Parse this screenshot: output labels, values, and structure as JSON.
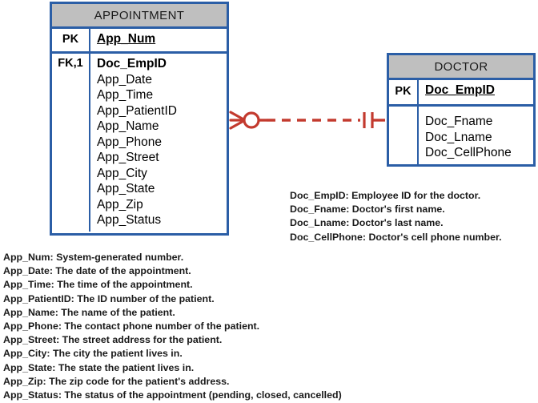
{
  "diagram": {
    "type": "crows-foot-er-diagram",
    "colors": {
      "entity_border": "#2B5EA6",
      "entity_header_fill": "#BFBFBF",
      "relationship_line": "#C33A2E",
      "text": "#1a1a1a"
    }
  },
  "entities": [
    {
      "id": "appointment",
      "title": "APPOINTMENT",
      "primary_key": {
        "key_label": "PK",
        "attribute": "App_Num"
      },
      "body": {
        "key_label": "FK,1",
        "attributes": [
          "Doc_EmpID",
          "App_Date",
          "App_Time",
          "App_PatientID",
          "App_Name",
          "App_Phone",
          "App_Street",
          "App_City",
          "App_State",
          "App_Zip",
          "App_Status"
        ],
        "foreign_key_attribute": "Doc_EmpID"
      }
    },
    {
      "id": "doctor",
      "title": "DOCTOR",
      "primary_key": {
        "key_label": "PK",
        "attribute": "Doc_EmpID"
      },
      "body": {
        "key_label": "",
        "attributes": [
          "Doc_Fname",
          "Doc_Lname",
          "Doc_CellPhone"
        ],
        "foreign_key_attribute": ""
      }
    }
  ],
  "relationship": {
    "left_cardinality": "zero-or-many",
    "left_symbol": "crows-foot-with-circle",
    "right_cardinality": "one-and-only-one",
    "right_symbol": "double-tick",
    "line_style": "dashed",
    "line_color": "#C33A2E"
  },
  "legends": {
    "doctor": [
      "Doc_EmpID: Employee ID for the doctor.",
      "Doc_Fname: Doctor's first name.",
      "Doc_Lname: Doctor's last name.",
      "Doc_CellPhone: Doctor's cell phone number."
    ],
    "appointment": [
      "App_Num: System-generated number.",
      "App_Date: The date of the appointment.",
      "App_Time: The time of the appointment.",
      "App_PatientID: The ID number of the patient.",
      "App_Name:  The name of the patient.",
      "App_Phone: The contact phone number of the patient.",
      "App_Street:  The street address for the patient.",
      "App_City:  The city the patient lives in.",
      "App_State:  The state the patient lives in.",
      "App_Zip:  The zip code for the patient's address.",
      "App_Status: The status of the appointment (pending, closed, cancelled)"
    ]
  }
}
